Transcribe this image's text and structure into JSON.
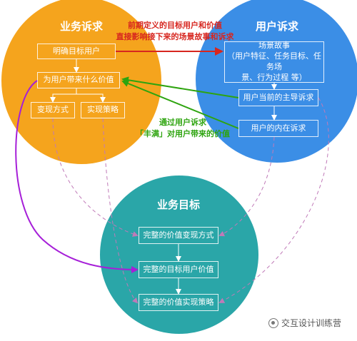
{
  "business": {
    "title": "业务诉求",
    "target_user": "明确目标用户",
    "value_brought": "为用户带来什么价值",
    "monetize_method": "变现方式",
    "implement_strategy": "实现策略"
  },
  "user": {
    "title": "用户诉求",
    "scenario_line1": "场景故事",
    "scenario_line2": "（用户特征、任务目标、任务场",
    "scenario_line3": "景、行为过程 等）",
    "main_demand": "用户当前的主导诉求",
    "inner_demand": "用户的内在诉求"
  },
  "goal": {
    "title": "业务目标",
    "complete_monetize": "完整的价值变现方式",
    "complete_user_value": "完整的目标用户价值",
    "complete_strategy": "完整的价值实现策略"
  },
  "notes": {
    "red_line1": "前期定义的目标用户和价值",
    "red_line2": "直接影响接下来的场景故事和诉求",
    "green_line1": "通过用户诉求",
    "green_line2": "「丰满」对用户带来的价值"
  },
  "colors": {
    "business": "#f5a41d",
    "user": "#3b8ee6",
    "goal": "#2aa6a8",
    "red_note": "#d7261f",
    "green_note": "#2ea40f",
    "purple_arrow": "#a61fd8",
    "dashed_link": "#c07ab8"
  },
  "watermark": {
    "text": "交互设计训练营"
  }
}
